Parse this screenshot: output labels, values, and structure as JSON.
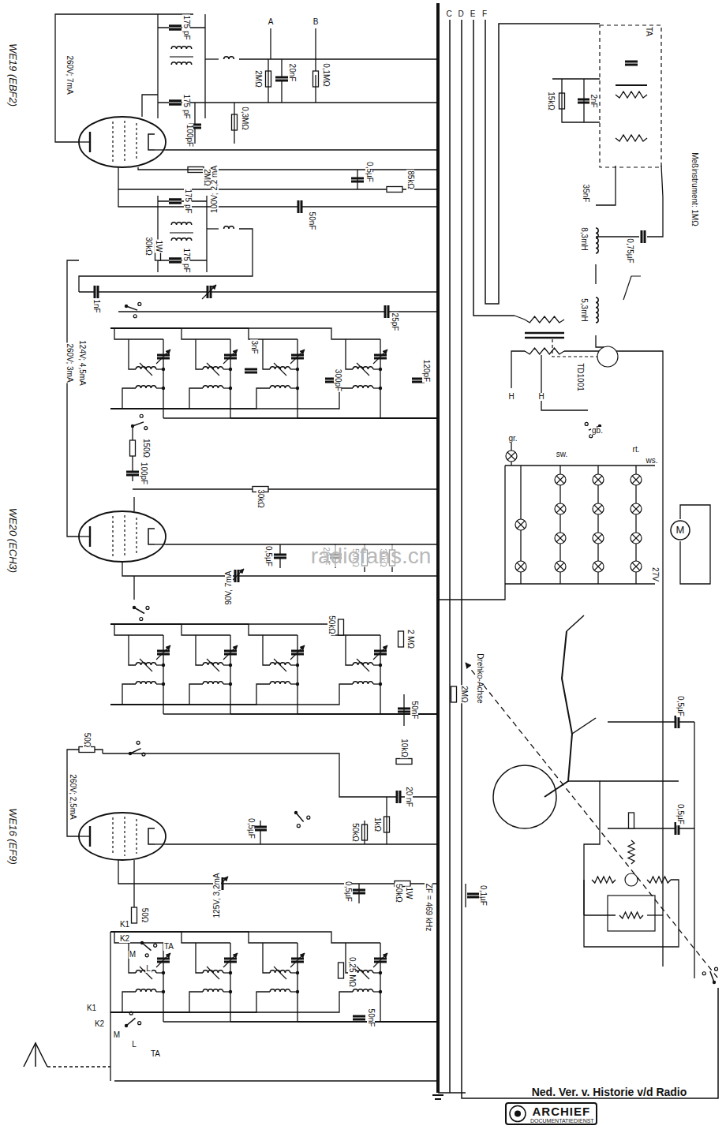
{
  "diagram": {
    "nodes": [
      {
        "text": [
          "M"
        ]
      },
      {
        "text": [
          "ARCHIEF",
          "DOCUMENTATIEDIENST"
        ]
      }
    ],
    "labels": [
      "WE19 (EBF2)",
      "A",
      "B",
      "C",
      "D",
      "E",
      "F",
      "175 pF",
      "260V; 7mA",
      "175 pF",
      "2MΩ",
      "20nF",
      "0,1MΩ",
      "100pF",
      "0,3MΩ",
      "2MΩ",
      "0,5µF",
      "85kΩ",
      "175 pF",
      "100V; 2,2 mA",
      "50nF",
      "30kΩ",
      "1W",
      "175 pF",
      "1nF",
      "25pF",
      "260V; 3mA",
      "124V; 4,5mA",
      "3nF",
      "300pF",
      "120pF",
      "150Ω",
      "100pF",
      "30kΩ",
      "WE20 (ECH3)",
      "0,5µF",
      "20nF",
      "50kΩ",
      "30kΩ",
      "90V, 7mA",
      "50kΩ",
      "2 MΩ",
      "50nF",
      "2MΩ",
      "Drehko-Achse",
      "10kΩ",
      "20 nF",
      "WE16 (EF9)",
      "260V; 2,5mA",
      "50Ω",
      "0,5µF",
      "50kΩ",
      "1kΩ",
      "125V, 3,2mA",
      "0,5µF",
      "50kΩ",
      "1W",
      "0,1µF",
      "50Ω",
      "K1",
      "K2",
      "M",
      "L",
      "TA",
      "0,25 MΩ",
      "50nF",
      "ZF = 469 kHz",
      "K1",
      "K2",
      "M",
      "L",
      "TA",
      "Ned. Ver. v. Historie v/d Radio",
      "15kΩ",
      "2nF",
      "35nF",
      "8,3mH",
      "0,75µF",
      "5,3mH",
      "TD1001",
      "TA",
      "Meßinstrument: 1MΩ",
      "27V",
      "H",
      "H",
      "gr.",
      "sw.",
      "gb.",
      "rt.",
      "ws.",
      "0,5µF",
      "0,5µF",
      "radiofans.cn"
    ]
  }
}
